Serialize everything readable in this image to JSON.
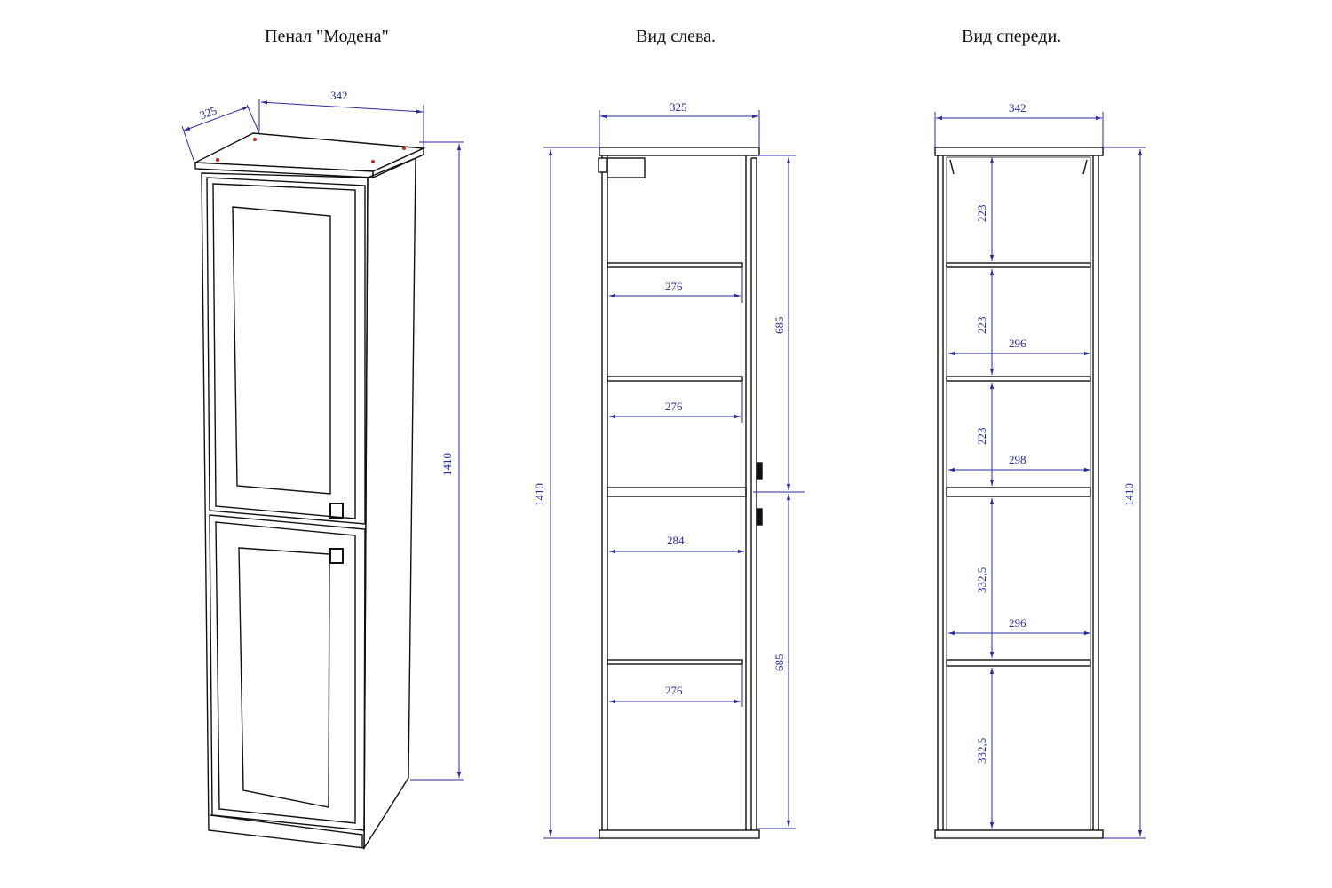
{
  "titles": {
    "iso": "Пенал \"Модена\"",
    "left": "Вид слева.",
    "front": "Вид спереди."
  },
  "dims": {
    "iso_depth": "325",
    "iso_width": "342",
    "iso_height": "1410",
    "left_top": "325",
    "left_height": "1410",
    "left_shelf1": "276",
    "left_shelf2": "276",
    "left_shelf3": "284",
    "left_shelf4": "276",
    "left_upper": "685",
    "left_lower": "685",
    "front_top": "342",
    "front_height": "1410",
    "front_gap1": "223",
    "front_gap2": "223",
    "front_gap3": "223",
    "front_gap4": "332,5",
    "front_gap5": "332,5",
    "front_shelf1": "296",
    "front_shelf2": "298",
    "front_shelf3": "296"
  },
  "colors": {
    "line": "#111111",
    "dimension": "#2a2aa8",
    "marker": "#cc2222"
  }
}
